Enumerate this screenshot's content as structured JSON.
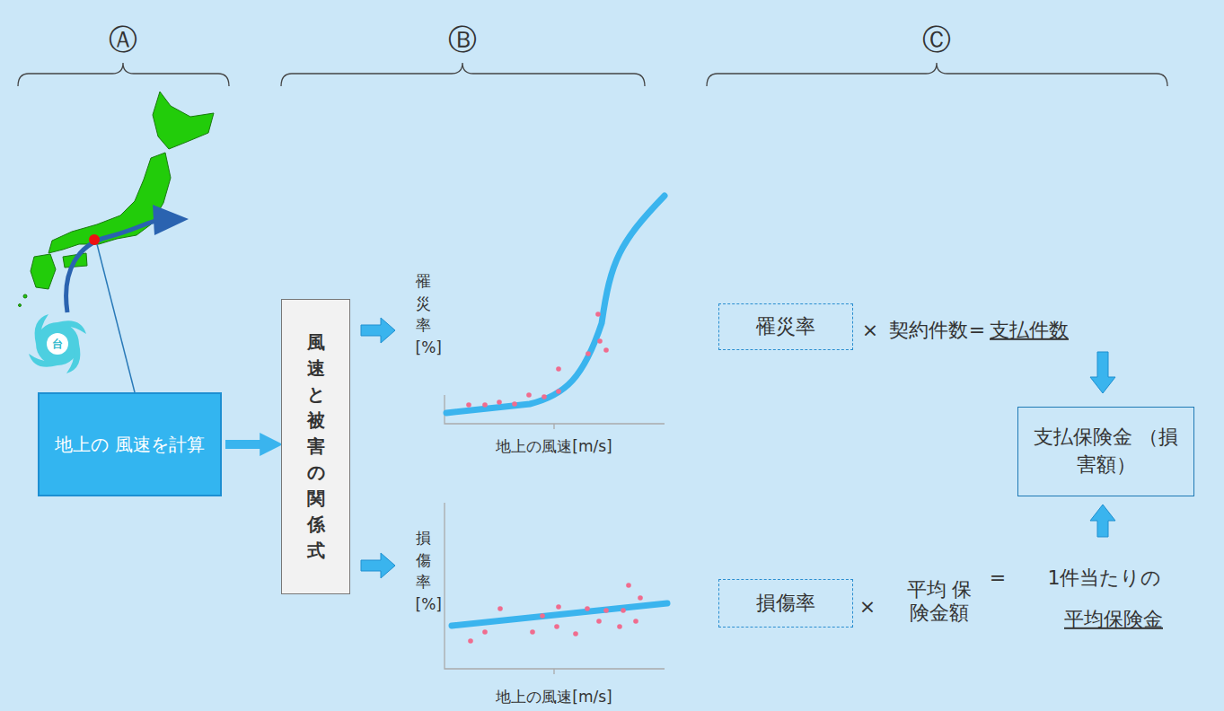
{
  "diagram": {
    "nodes": [
      {
        "text": [
          "地上の 風速を計算"
        ]
      },
      {
        "text": [
          "風速と被害の関係式"
        ]
      },
      {
        "text": [
          "罹災率"
        ]
      },
      {
        "text": [
          "支払保険金 （損害額）"
        ]
      },
      {
        "text": [
          "損傷率"
        ]
      }
    ],
    "edges": [
      {
        "from": 0,
        "to": 1,
        "arrow": "to"
      }
    ],
    "labels": [
      "Ⓐ",
      "Ⓑ",
      "Ⓒ",
      "台",
      "罹災率[%]",
      "地上の風速[m/s]",
      "損傷率[%]",
      "地上の風速[m/s]",
      "×",
      "契約件数",
      "=",
      "支払件数",
      "×",
      "平均 保険金額",
      "=",
      "1件当たりの",
      "平均保険金"
    ]
  }
}
